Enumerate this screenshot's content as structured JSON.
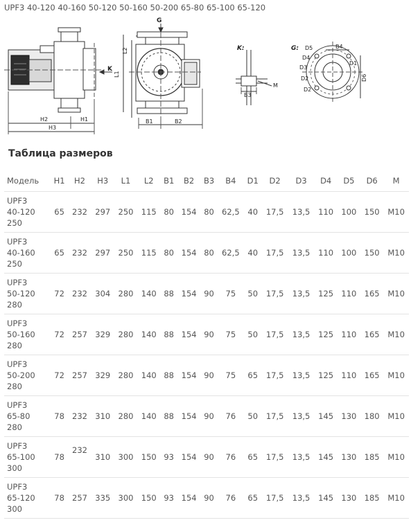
{
  "header": {
    "title": "UPF3 40-120 40-160 50-120 50-160 50-200 65-80 65-100 65-120"
  },
  "drawing_labels": {
    "K": "K",
    "G": "G",
    "K_view": "K:",
    "G_view": "G:",
    "H1": "H1",
    "H2": "H2",
    "H3": "H3",
    "L1": "L1",
    "L2": "L2",
    "B1": "B1",
    "B2": "B2",
    "B3": "B3",
    "B4": "B4",
    "M": "M",
    "D1": "D1",
    "D2": "D2",
    "D3": "D3",
    "D4": "D4",
    "D5": "D5",
    "D6": "D6"
  },
  "section_title": "Таблица размеров",
  "table": {
    "headers": [
      "Модель",
      "H1",
      "H2",
      "H3",
      "L1",
      "L2",
      "B1",
      "B2",
      "B3",
      "B4",
      "D1",
      "D2",
      "D3",
      "D4",
      "D5",
      "D6",
      "M"
    ],
    "rows": [
      [
        "UPF3\n40-120\n250",
        "65",
        "232",
        "297",
        "250",
        "115",
        "80",
        "154",
        "80",
        "62,5",
        "40",
        "17,5",
        "13,5",
        "110",
        "100",
        "150",
        "M10"
      ],
      [
        "UPF3\n40-160\n250",
        "65",
        "232",
        "297",
        "250",
        "115",
        "80",
        "154",
        "80",
        "62,5",
        "40",
        "17,5",
        "13,5",
        "110",
        "100",
        "150",
        "M10"
      ],
      [
        "UPF3\n50-120\n280",
        "72",
        "232",
        "304",
        "280",
        "140",
        "88",
        "154",
        "90",
        "75",
        "50",
        "17,5",
        "13,5",
        "125",
        "110",
        "165",
        "M10"
      ],
      [
        "UPF3\n50-160\n280",
        "72",
        "257",
        "329",
        "280",
        "140",
        "88",
        "154",
        "90",
        "75",
        "50",
        "17,5",
        "13,5",
        "125",
        "110",
        "165",
        "M10"
      ],
      [
        "UPF3\n50-200\n280",
        "72",
        "257",
        "329",
        "280",
        "140",
        "88",
        "154",
        "90",
        "75",
        "65",
        "17,5",
        "13,5",
        "125",
        "110",
        "165",
        "M10"
      ],
      [
        "UPF3\n65-80\n280",
        "78",
        "232",
        "310",
        "280",
        "140",
        "88",
        "154",
        "90",
        "76",
        "50",
        "17,5",
        "13,5",
        "145",
        "130",
        "180",
        "M10"
      ],
      [
        "UPF3\n65-100\n300",
        "78",
        "232",
        "310",
        "300",
        "150",
        "93",
        "154",
        "90",
        "76",
        "65",
        "17,5",
        "13,5",
        "145",
        "130",
        "185",
        "M10"
      ],
      [
        "UPF3\n65-120\n300",
        "78",
        "257",
        "335",
        "300",
        "150",
        "93",
        "154",
        "90",
        "76",
        "65",
        "17,5",
        "13,5",
        "145",
        "130",
        "185",
        "M10"
      ]
    ]
  }
}
